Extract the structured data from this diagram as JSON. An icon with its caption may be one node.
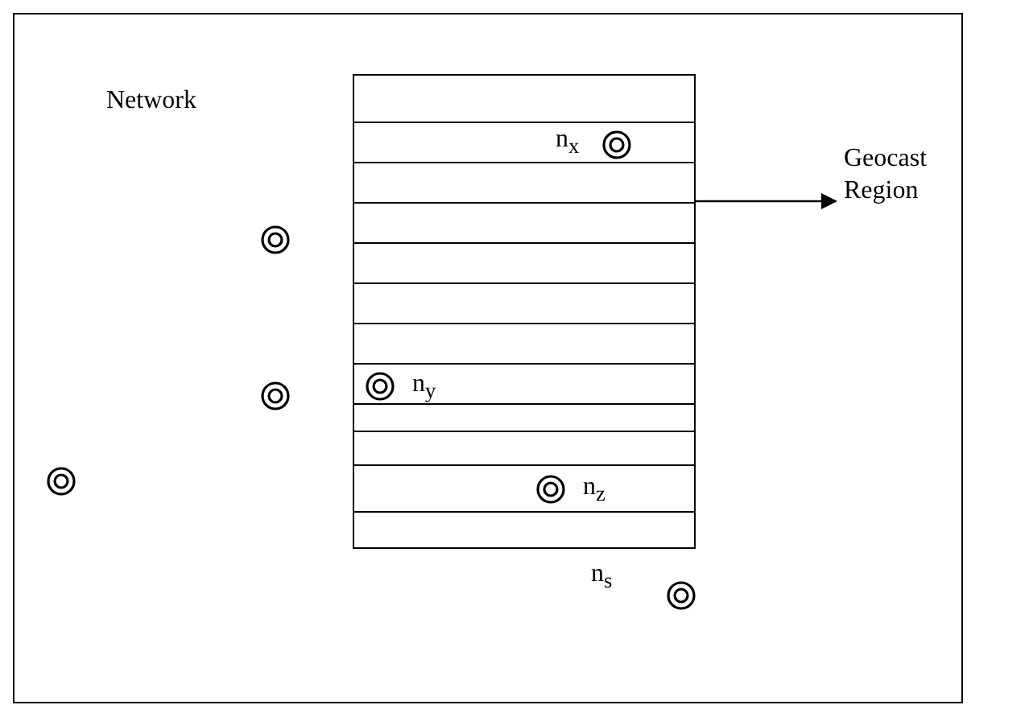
{
  "diagram": {
    "nodes": [
      {
        "text": [
          "Network"
        ]
      },
      {
        "text": [],
        "shape": "box",
        "in": 0
      },
      {
        "text": [],
        "shape": "circle",
        "in": 1,
        "beside": [
          "n$_{x}$"
        ]
      },
      {
        "text": [
          "Geocast Region"
        ],
        "in": 0
      },
      {
        "text": [],
        "shape": "circle",
        "in": 0
      },
      {
        "text": [],
        "shape": "circle",
        "in": 1,
        "beside": [
          "n$_{y}$"
        ]
      },
      {
        "text": [],
        "shape": "circle",
        "in": 0
      },
      {
        "text": [],
        "shape": "circle",
        "in": 1,
        "beside": [
          "n$_{z}$"
        ]
      },
      {
        "text": [],
        "shape": "circle",
        "in": 0
      },
      {
        "text": [],
        "shape": "circle",
        "in": 0,
        "beside": [
          "n$_{s}$"
        ]
      }
    ],
    "edges": [
      {
        "from": 1,
        "to": 3,
        "arrow": "to"
      }
    ]
  }
}
